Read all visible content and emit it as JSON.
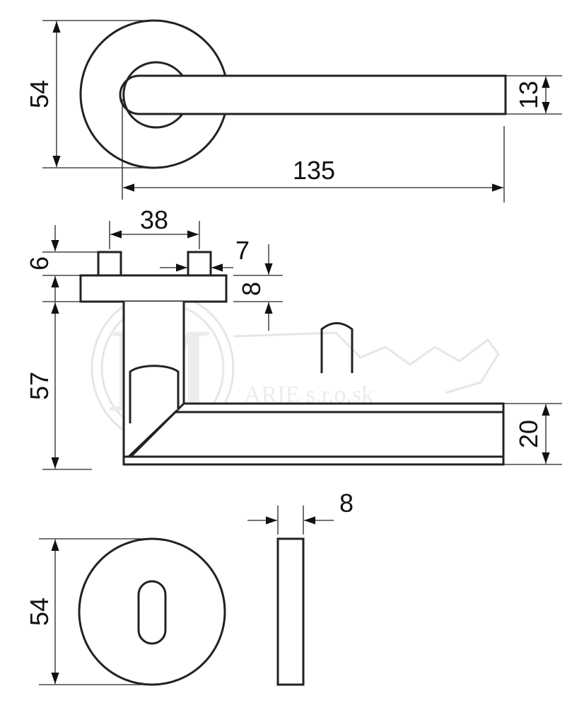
{
  "diagram": {
    "dimensions": {
      "rose_diameter": "54",
      "lever_height": "13",
      "lever_length": "135",
      "pin_spacing": "38",
      "pin_height": "6",
      "pin_width": "7",
      "base_thickness": "8",
      "lever_drop": "57",
      "lever_thickness": "20",
      "escutcheon_thickness": "8",
      "escutcheon_diameter": "54"
    },
    "watermark": {
      "logo_letter": "M",
      "text": "ARIE s.r.o.sk"
    }
  }
}
